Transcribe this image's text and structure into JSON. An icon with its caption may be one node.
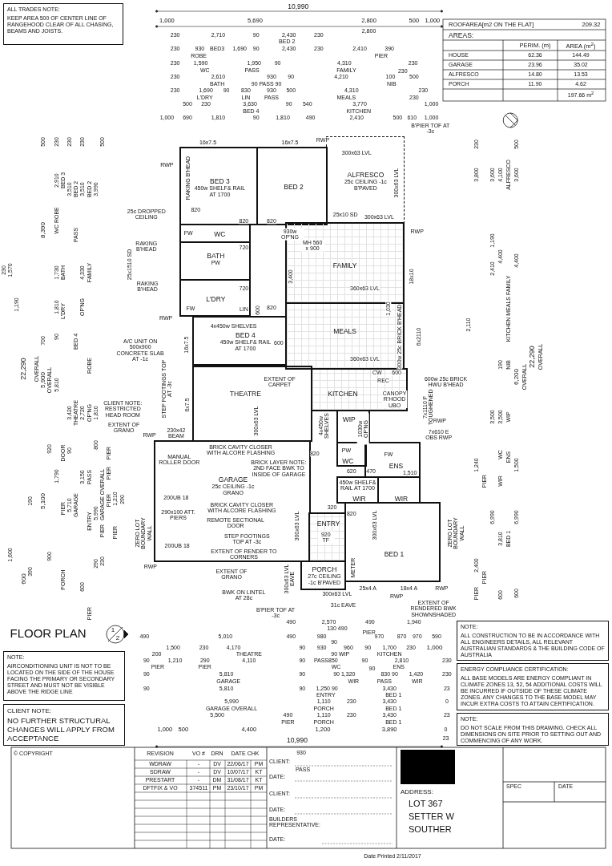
{
  "diagram": {
    "title": "FLOOR PLAN",
    "nodes": [
      {
        "text": [
          "ALL TRADES NOTE:",
          "KEEP AREA 500 OF CENTER LINE OF RANGEHOOD CLEAR OF ALL CHASING, BEAMS AND JOISTS."
        ]
      },
      {
        "text": [
          "BED 3",
          "450w SHELF& RAIL AT 1700"
        ]
      },
      {
        "text": [
          "BED 2"
        ]
      },
      {
        "text": [
          "ALFRESCO",
          "25c CEILING -1c B'PAVED"
        ]
      },
      {
        "text": [
          "WC"
        ]
      },
      {
        "text": [
          "BATH",
          "PW"
        ]
      },
      {
        "text": [
          "FAMILY"
        ]
      },
      {
        "text": [
          "L'DRY"
        ]
      },
      {
        "text": [
          "BED 4",
          "450w SHELF& RAIL AT 1700"
        ]
      },
      {
        "text": [
          "MEALS"
        ]
      },
      {
        "text": [
          "THEATRE"
        ]
      },
      {
        "text": [
          "KITCHEN"
        ]
      },
      {
        "text": [
          "WIP"
        ]
      },
      {
        "text": [
          "WC"
        ]
      },
      {
        "text": [
          "ENS"
        ]
      },
      {
        "text": [
          "GARAGE",
          "25c CEILING -1c GRANO"
        ]
      },
      {
        "text": [
          "WIR"
        ]
      },
      {
        "text": [
          "WIR"
        ]
      },
      {
        "text": [
          "ENTRY"
        ]
      },
      {
        "text": [
          "BED 1"
        ]
      },
      {
        "text": [
          "PORCH",
          "27c CEILING -1c B'PAVED"
        ]
      },
      {
        "text": [
          "NOTE:",
          "ALL CONSTRUCTION TO BE IN ACCORDANCE WITH ALL ENGINEERS DETAILS, ALL RELEVANT AUSTRALIAN STANDARDS & THE BUILDING CODE OF AUSTRALIA"
        ]
      },
      {
        "text": [
          "ENERGY COMPLIANCE CERTIFICATION:",
          "ALL BASE MODELS ARE ENERGY COMPLIANT IN CLIMATE ZONES 13, 52, 54 ADDITIONAL COSTS WILL BE INCURRED IF OUTSIDE OF THESE CLIMATE ZONES. ANY CHANGES TO THE BASE MODEL MAY INCUR EXTRA COSTS TO ATTAIN CERTIFICATION."
        ]
      },
      {
        "text": [
          "NOTE:",
          "AIRCONDITIONING UNIT IS NOT TO BE LOCATED ON THE SIDE OF THE HOUSE FACING THE PRIMARY OR SECONDARY STREET AND MUST NOT BE VISIBLE ABOVE THE RIDGE LINE"
        ]
      },
      {
        "text": [
          "CLIENT NOTE:",
          "NO FURTHER STRUCTURAL CHANGES WILL APPLY FROM ACCEPTANCE"
        ]
      },
      {
        "text": [
          "NOTE:",
          "DO NOT SCALE FROM THIS DRAWING. CHECK ALL DIMENSIONS ON SITE PRIOR TO SETTING OUT AND COMMENCING OF ANY WORK."
        ]
      }
    ],
    "labels": [
      "1",
      "2",
      "16x7.5",
      "16x7.5",
      "RWP",
      "300x63 LVL",
      "B'PIER TOF AT -3c",
      "RWP",
      "RAKING B'HEAD",
      "300x63 LVL",
      "25c DROPPED CEILING",
      "820",
      "820",
      "820",
      "25x10 SD",
      "300x63 LVL",
      "RWP",
      "FW",
      "930w OP'NG",
      "RAKING B'HEAD",
      "720",
      "MH 560 x 900",
      "25x1510 SD",
      "3,400",
      "18x10",
      "360x63 LVL",
      "RAKING B'HEAD",
      "FW",
      "720",
      "LIN",
      "600",
      "820",
      "1,030",
      "RWP",
      "4x450w SHELVES",
      "A/C UNIT ON 500x900 CONCRETE SLAB AT -1c",
      "16x7.5",
      "600",
      "360x63 LVL",
      "300w 25c BRICK B'HEAD",
      "6x2110",
      "EXTENT OF CARPET",
      "CW",
      "600",
      "REC",
      "600w 25c BRICK HWU B'HEAD",
      "CANOPY R'HOOD UBO",
      "7x1110 F TOUGHENED",
      "STEP FOOTINGS TOP AT -3c",
      "6x7.5",
      "300x63 LVL",
      "CLIENT NOTE: RESTRICTED HEAD ROOM",
      "4x450w SHELVES",
      "1030w OP'NG",
      "RWP",
      "EXTENT OF GRANO",
      "7x610 E OBS RWP",
      "RWP",
      "230x42 BEAM",
      "BRICK CAVITY CLOSER WITH ALCORE FLASHING",
      "820",
      "PW",
      "MANUAL ROLLER DOOR",
      "FW",
      "BRICK LAYER NOTE: 2ND FACE BWK TO INSIDE OF GARAGE",
      "620",
      "470",
      "1,510",
      "450w SHELF& RAIL AT 1700",
      "200UB 18",
      "290x100 ATT. PIERS",
      "BRICK CAVITY CLOSER WITH ALCORE FLASHING",
      "320",
      "820",
      "ZERO LOT BOUNDARY WALL",
      "REMOTE SECTIONAL DOOR",
      "300x63 LVL",
      "300x63 LVL",
      "ZERO LOT BOUNDARY WALL",
      "STEP FOOTINGS TOP AT -3c",
      "920 TF",
      "200UB 18",
      "EXTENT OF RENDER TO CORNERS",
      "RWP",
      "METER",
      "EXTENT OF GRANO",
      "300x63 LVL EAVE",
      "300x63 LVL",
      "25x4 A",
      "18x4 A",
      "RWP",
      "BWK ON LINTEL AT 28c",
      "RWP",
      "31c EAVE",
      "EXTENT OF RENDERED BWK SHOWNSHADED",
      "B'PIER TOF AT -3c",
      "10,990",
      "1,000",
      "5,690",
      "2,800",
      "500",
      "1,000",
      "230",
      "2,710",
      "90",
      "2,430",
      "230",
      "2,800",
      "BED 2",
      "230",
      "930",
      "BED3",
      "1,690",
      "90",
      "2,430",
      "230",
      "2,410",
      "390",
      "ROBE",
      "PIER",
      "230",
      "1,590",
      "1,950",
      "90",
      "4,310",
      "230",
      "WC",
      "PASS",
      "FAMILY",
      "230",
      "230",
      "2,610",
      "930",
      "90",
      "4,210",
      "100",
      "500",
      "BATH",
      "90 PASS 90",
      "NIB",
      "230",
      "1,690",
      "90",
      "830",
      "930",
      "500",
      "4,310",
      "230",
      "L'DRY",
      "LIN",
      "PASS",
      "MEALS",
      "230",
      "500",
      "230",
      "3,630",
      "90",
      "540",
      "3,770",
      "1,000",
      "BED 4",
      "KITCHEN",
      "1,000",
      "690",
      "1,810",
      "90",
      "1,810",
      "490",
      "2,410",
      "500",
      "610",
      "1,000",
      "490",
      "2,570",
      "490",
      "1,940",
      "130 490",
      "PIER",
      "490",
      "5,010",
      "490",
      "980",
      "970",
      "870",
      "970",
      "590",
      "90",
      "1,500",
      "230",
      "4,170",
      "90",
      "930",
      "960",
      "90",
      "1,700",
      "230",
      "1,000",
      "200",
      "THEATRE",
      "90 WIP",
      "KITCHEN",
      "90",
      "1,210",
      "290",
      "4,110",
      "90",
      "PASS850",
      "90",
      "2,810",
      "230",
      "PIER",
      "PIER",
      "WC",
      "ENS",
      "90",
      "5,810",
      "90",
      "90 1,320",
      "90",
      "830 90",
      "1,420",
      "230",
      "GARAGE",
      "WIR",
      "PASS",
      "WIR",
      "90",
      "5,810",
      "90",
      "1,250 90",
      "3,430",
      "23",
      "ENTRY",
      "BED 1",
      "5,990",
      "1,110",
      "230",
      "3,430",
      "0",
      "GARAGE OVERALL",
      "PORCH",
      "BED 1",
      "5,500",
      "490",
      "1,110",
      "230",
      "3,430",
      "23",
      "PIER",
      "PORCH",
      "BED 1",
      "1,000",
      "500",
      "4,400",
      "1,200",
      "3,890",
      "0",
      "10,990",
      "23",
      "500",
      "230",
      "230",
      "230",
      "500",
      "2,910",
      "BED 3",
      "3,510",
      "BED 2",
      "3,510",
      "BED 2",
      "3,990",
      "WC ROBE",
      "8,390",
      "PASS",
      "230",
      "1,570",
      "1,730",
      "BATH",
      "4,330",
      "FAMILY",
      "1,190",
      "1,810",
      "L'DRY",
      "OP'NG",
      "700",
      "90",
      "BED 4",
      "ROBE",
      "22,290",
      "OVERALL",
      "5,900",
      "OVERALL",
      "5,810",
      "3,420",
      "THEATRE",
      "2,720",
      "OP'NG",
      "1,810",
      "800",
      "920",
      "DOOR",
      "90",
      "PIER",
      "1,790",
      "3,150",
      "PASS",
      "PIER",
      "5,100",
      "190",
      "PIER",
      "5,710",
      "GARAGE",
      "GARAGE OVERALL",
      "5,990",
      "PIER",
      "1,210",
      "290",
      "ENTRY",
      "PIER",
      "PIER",
      "1,600",
      "900",
      "390",
      "600",
      "PORCH",
      "290",
      "230",
      "600",
      "PIER",
      "230",
      "500",
      "3,800",
      "3,600",
      "4,100",
      "ALFRESCO",
      "3,600",
      "1,190",
      "2,410",
      "4,400",
      "4,400",
      "2,110",
      "KITCHEN MEALS FAMILY",
      "190",
      "NIB",
      "6,200",
      "OVERALL",
      "22,290",
      "OVERALL",
      "3,500",
      "3,500",
      "WIP",
      "1,240",
      "WC",
      "ENS",
      "1,500",
      "PIER",
      "WIR",
      "6,990",
      "6,990",
      "3,810",
      "BED 1",
      "2,400",
      "PIER",
      "600",
      "PIER",
      "600",
      "ROOFAREA[m2 ON THE FLAT]",
      "209.32",
      "AREAS:",
      "PERIM. (m)",
      "AREA (m$^{2}$)",
      "HOUSE",
      "62.36",
      "144.49",
      "GARAGE",
      "23.96",
      "35.02",
      "ALFRESCO",
      "14.80",
      "13.53",
      "PORCH",
      "11.90",
      "4.62",
      "197.66 m$^{2}$",
      "© COPYRIGHT",
      "REVISION",
      "VO #",
      "DRN",
      "DATE CHK",
      "WDRAW",
      "-",
      "DV",
      "22/06/17",
      "PM",
      "SDRAW",
      "-",
      "DV",
      "10/07/17",
      "KT",
      "PRESTART",
      "-",
      "DM",
      "31/08/17",
      "KT",
      "DFTFIX & VO",
      "374511",
      "PM",
      "23/10/17",
      "PM",
      "930",
      "CLIENT:",
      "PASS",
      "DATE:",
      "CLIENT:",
      "DATE:",
      "BUILDERS REPRESENTATIVE:",
      "DATE:",
      "ADDRESS:",
      "LOT 367",
      "SETTER W",
      "SOUTHER",
      "SPEC",
      "DATE",
      "Date Printed 2/11/2017"
    ]
  }
}
